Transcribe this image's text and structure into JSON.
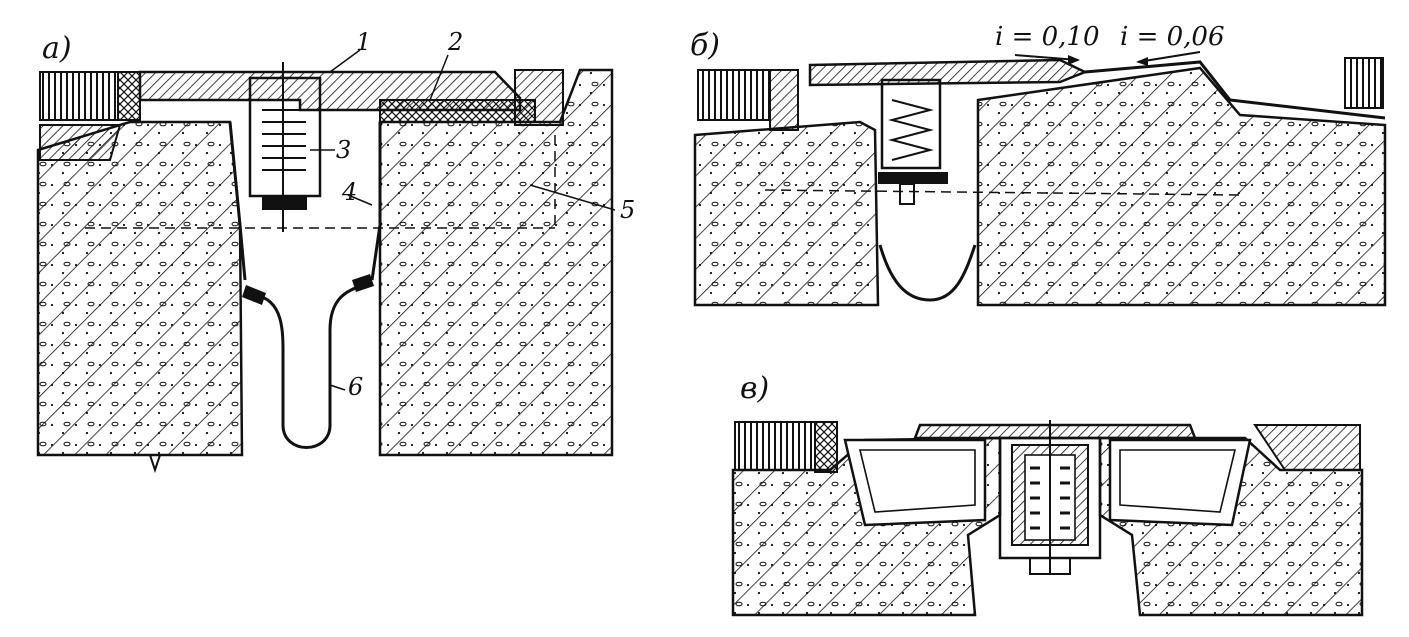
{
  "panels": {
    "a": {
      "label": "а)"
    },
    "b": {
      "label": "б)"
    },
    "c": {
      "label": "в)"
    }
  },
  "callouts": {
    "n1": "1",
    "n2": "2",
    "n3": "3",
    "n4": "4",
    "n5": "5",
    "n6": "6"
  },
  "slopes": {
    "left": "i = 0,10",
    "right": "i = 0,06"
  },
  "colors": {
    "ink": "#111111",
    "paper": "#ffffff"
  }
}
